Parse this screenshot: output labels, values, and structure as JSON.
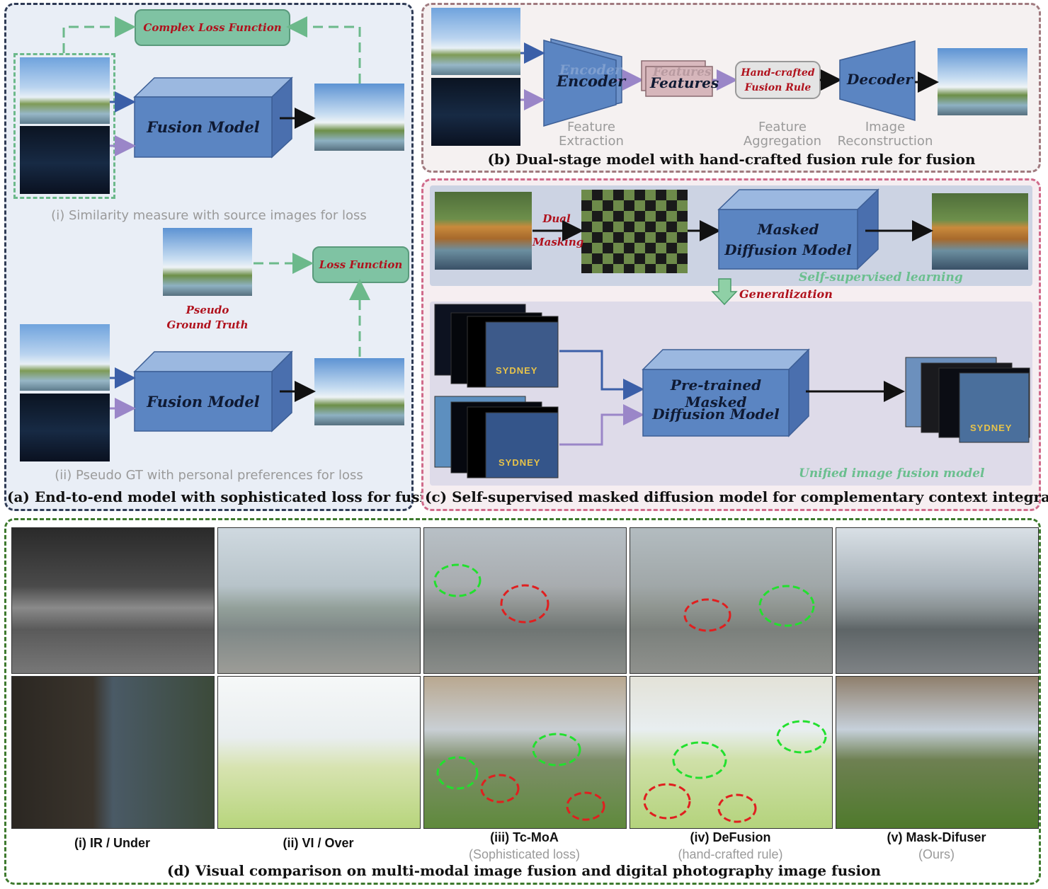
{
  "panel_a": {
    "caption": "(a) End-to-end model with sophisticated loss for fusion",
    "complex_loss": "Complex Loss Function",
    "fusion_model_1": "Fusion Model",
    "sub_i": "(i) Similarity measure with source images for loss",
    "loss_function": "Loss Function",
    "pseudo_line1": "Pseudo",
    "pseudo_line2": "Ground Truth",
    "fusion_model_2": "Fusion Model",
    "sub_ii": "(ii) Pseudo GT with personal preferences for loss"
  },
  "panel_b": {
    "caption": "(b) Dual-stage model with hand-crafted fusion rule for fusion",
    "encoder": "Encoder",
    "encoder_ghost": "Encoder",
    "features": "Features",
    "features_ghost": "Features",
    "rule_line1": "Hand-crafted",
    "rule_line2": "Fusion Rule",
    "decoder": "Decoder",
    "stage1_line1": "Feature",
    "stage1_line2": "Extraction",
    "stage2_line1": "Feature",
    "stage2_line2": "Aggregation",
    "stage3_line1": "Image",
    "stage3_line2": "Reconstruction"
  },
  "panel_c": {
    "caption": "(c) Self-supervised masked diffusion model for complementary context integration",
    "dual": "Dual",
    "masking": "Masking",
    "masked_line1": "Masked",
    "masked_line2": "Diffusion Model",
    "self_supervised": "Self-supervised learning",
    "generalization": "Generalization",
    "pretrained_line1": "Pre-trained Masked",
    "pretrained_line2": "Diffusion Model",
    "unified": "Unified image fusion model",
    "sydney_1": "SYDNEY",
    "sydney_2": "SYDNEY",
    "sydney_3": "SYDNEY"
  },
  "panel_d": {
    "caption": "(d) Visual comparison on multi-modal image fusion and digital photography image fusion",
    "columns": [
      {
        "label": "(i) IR / Under",
        "sub": ""
      },
      {
        "label": "(ii) VI / Over",
        "sub": ""
      },
      {
        "label": "(iii) Tc-MoA",
        "sub": "(Sophisticated loss)"
      },
      {
        "label": "(iv) DeFusion",
        "sub": "(hand-crafted rule)"
      },
      {
        "label": "(v) Mask-Difuser",
        "sub": "(Ours)"
      }
    ]
  },
  "colors": {
    "panel_a_border": "#2f3b55",
    "panel_b_border": "#a07a7f",
    "panel_c_border": "#d06a8a",
    "panel_d_border": "#3e7a2e",
    "cube_front": "#5b85c2",
    "loss_box": "#7fc3a3",
    "red_text": "#b0121d",
    "green_text": "#6bbf8f"
  }
}
